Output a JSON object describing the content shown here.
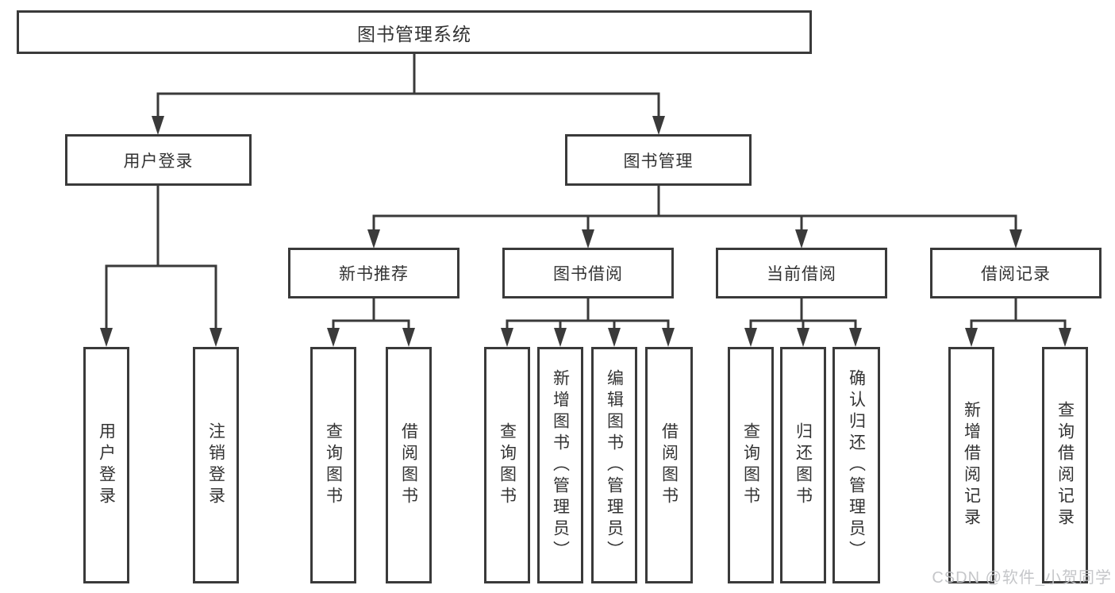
{
  "diagram": {
    "title": "图书管理系统",
    "children": [
      {
        "label": "用户登录",
        "children": [
          {
            "label": "用户登录"
          },
          {
            "label": "注销登录"
          }
        ]
      },
      {
        "label": "图书管理",
        "children": [
          {
            "label": "新书推荐",
            "children": [
              {
                "label": "查询图书"
              },
              {
                "label": "借阅图书"
              }
            ]
          },
          {
            "label": "图书借阅",
            "children": [
              {
                "label": "查询图书"
              },
              {
                "label": "新增图书（管理员）"
              },
              {
                "label": "编辑图书（管理员）"
              },
              {
                "label": "借阅图书"
              }
            ]
          },
          {
            "label": "当前借阅",
            "children": [
              {
                "label": "查询图书"
              },
              {
                "label": "归还图书"
              },
              {
                "label": "确认归还（管理员）"
              }
            ]
          },
          {
            "label": "借阅记录",
            "children": [
              {
                "label": "新增借阅记录"
              },
              {
                "label": "查询借阅记录"
              }
            ]
          }
        ]
      }
    ]
  },
  "watermark": "CSDN @软件_小贺同学",
  "colors": {
    "line": "#3a3a3a",
    "text": "#333333",
    "box_background": "#ffffff",
    "watermark": "#c2c4c7",
    "background": "#ffffff"
  }
}
